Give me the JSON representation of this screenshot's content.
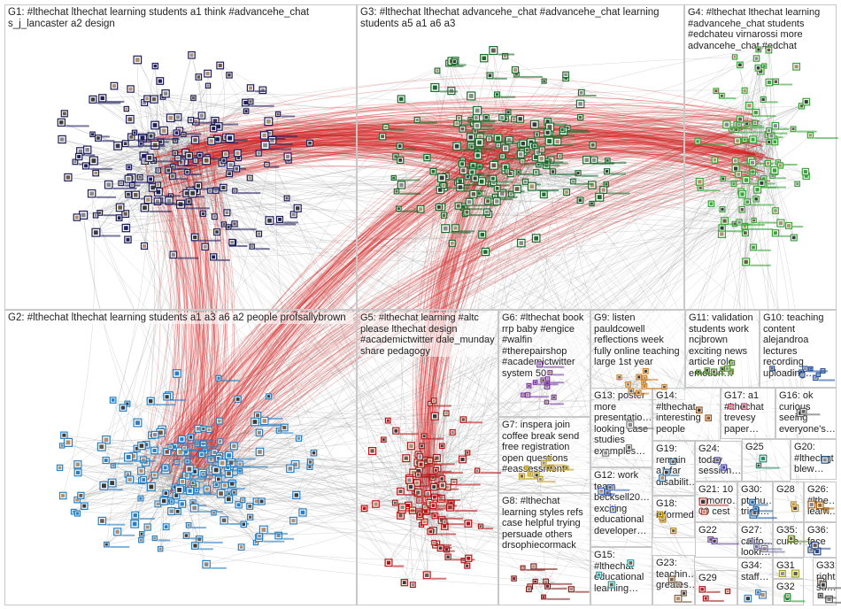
{
  "groups": [
    {
      "id": "G1",
      "label": "G1: #lthechat lthechat learning students a1 think #advancehe_chat s_j_lancaster a2 design",
      "color": "#1e1e5a"
    },
    {
      "id": "G2",
      "label": "G2: #lthechat lthechat learning students a1 a3 a6 a2 people profsallybrown",
      "color": "#2a7fc0"
    },
    {
      "id": "G3",
      "label": "G3: #lthechat lthechat advancehe_chat #advancehe_chat learning students a5 a1 a6 a3",
      "color": "#1f6b2e"
    },
    {
      "id": "G4",
      "label": "G4: #lthechat lthechat learning #advancehe_chat students #edchateu virnarossi more advancehe_chat #edchat",
      "color": "#3aa33a"
    },
    {
      "id": "G5",
      "label": "G5: #lthechat learning #altc please lthechat design #academictwitter dale_munday share pedagogy",
      "color": "#b01818"
    },
    {
      "id": "G6",
      "label": "G6: #lthechat book rrp baby #engice #walfin #therepairshop #academictwitter system 50",
      "color": "#7a3aa0"
    },
    {
      "id": "G7",
      "label": "G7: inspera join coffee break send free registration open questions #eassessment",
      "color": "#c0a020"
    },
    {
      "id": "G8",
      "label": "G8: #lthechat learning styles refs case helpful trying persuade others drsophiecormack",
      "color": "#8a1a1a"
    },
    {
      "id": "G9",
      "label": "G9: listen pauldcowell reflections week fully online teaching large 1st year",
      "color": "#d08020"
    },
    {
      "id": "G10",
      "label": "G10: teaching content alejandroa lectures recording uploading…",
      "color": "#2050a0"
    },
    {
      "id": "G11",
      "label": "G11: validation students work ncjbrown exciting news article role emotion…",
      "color": "#4a8a20"
    },
    {
      "id": "G12",
      "label": "G12: work team becksell20… exciting educational developer…",
      "color": "#3060c0"
    },
    {
      "id": "G13",
      "label": "G13: poster more presentatio… looking case studies examples…",
      "color": "#808080"
    },
    {
      "id": "G14",
      "label": "G14: #lthechat interesting people",
      "color": "#a05010"
    },
    {
      "id": "G15",
      "label": "G15: #lthechat educational learning…",
      "color": "#20a0a0"
    },
    {
      "id": "G16",
      "label": "G16: ok curious seeing everyone's…",
      "color": "#606060"
    },
    {
      "id": "G17",
      "label": "G17: a1 #lthechat trevesy paper…",
      "color": "#c03060"
    },
    {
      "id": "G18",
      "label": "G18: informed",
      "color": "#c08000"
    },
    {
      "id": "G19",
      "label": "G19: remain a1 far disabilit…",
      "color": "#3070a0"
    },
    {
      "id": "G20",
      "label": "G20: #lthechat blew…",
      "color": "#205080"
    },
    {
      "id": "G21",
      "label": "G21: 10 tomorro… 00 cest",
      "color": "#b04040"
    },
    {
      "id": "G22",
      "label": "G22",
      "color": "#6a4a9a"
    },
    {
      "id": "G23",
      "label": "G23: teachin… greates…",
      "color": "#806040"
    },
    {
      "id": "G24",
      "label": "G24: today session…",
      "color": "#4040a0"
    },
    {
      "id": "G25",
      "label": "G25",
      "color": "#2a8a6a"
    },
    {
      "id": "G26",
      "label": "G26: #lthe… learn…",
      "color": "#a06020"
    },
    {
      "id": "G27",
      "label": "G27: califo… looki…",
      "color": "#7070a0"
    },
    {
      "id": "G28",
      "label": "G28",
      "color": "#c09020"
    },
    {
      "id": "G29",
      "label": "G29",
      "color": "#a02020"
    },
    {
      "id": "G30",
      "label": "G30: pt_hu… tried…",
      "color": "#2060a0"
    },
    {
      "id": "G31",
      "label": "G31",
      "color": "#a0a020"
    },
    {
      "id": "G32",
      "label": "G32",
      "color": "#20a040"
    },
    {
      "id": "G33",
      "label": "G33: right su…",
      "color": "#505050"
    },
    {
      "id": "G34",
      "label": "G34: staff…",
      "color": "#4080c0"
    },
    {
      "id": "G35",
      "label": "G35: curre…",
      "color": "#6a8a2a"
    },
    {
      "id": "G36",
      "label": "G36: face",
      "color": "#2a4a8a"
    }
  ],
  "edge_colors": {
    "default": "#9a9a9a",
    "highlight": "#d42020"
  }
}
